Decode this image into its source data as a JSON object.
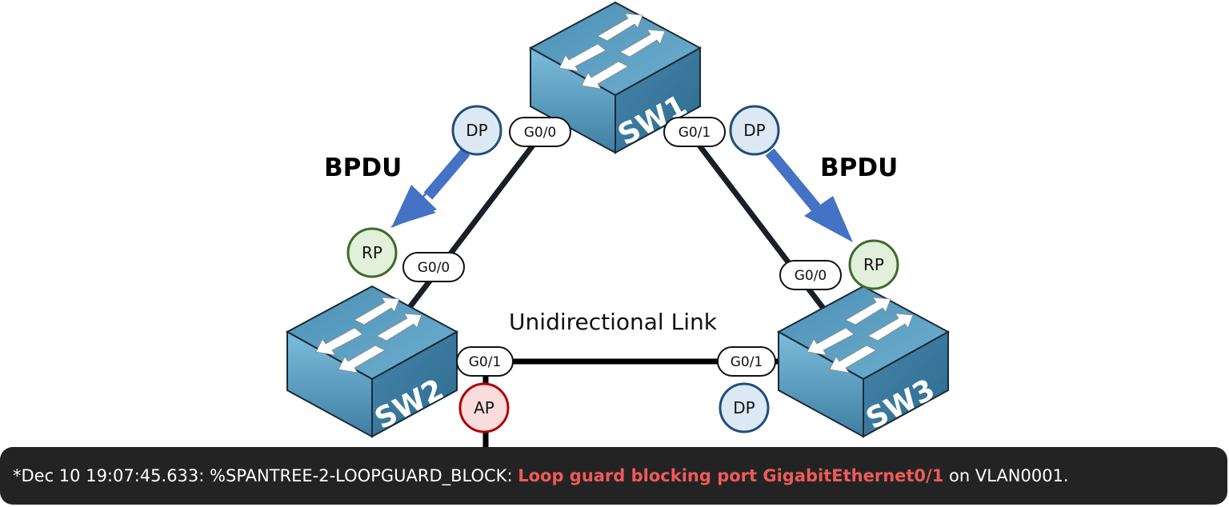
{
  "colors": {
    "link": "#1a1f26",
    "bpdu_arrow": "#4472c4",
    "dp_fill": "#dde8f5",
    "dp_stroke": "#1f4e79",
    "rp_fill": "#e2efda",
    "rp_stroke": "#3f6a2a",
    "ap_fill": "#fadcdc",
    "ap_stroke": "#b00000",
    "switch_top": "#5a9ec0",
    "switch_left": "#4f95ba",
    "switch_right": "#3f7fa3",
    "log_bg": "#232323",
    "log_highlight": "#f05a5a"
  },
  "switches": [
    {
      "id": "sw1",
      "label": "SW1"
    },
    {
      "id": "sw2",
      "label": "SW2"
    },
    {
      "id": "sw3",
      "label": "SW3"
    }
  ],
  "ports": {
    "sw1_g00": "G0/0",
    "sw1_g01": "G0/1",
    "sw2_g00": "G0/0",
    "sw2_g01": "G0/1",
    "sw3_g00": "G0/0",
    "sw3_g01": "G0/1"
  },
  "roles": {
    "sw1_left": "DP",
    "sw1_right": "DP",
    "sw2_up": "RP",
    "sw2_right": "AP",
    "sw3_up": "RP",
    "sw3_left": "DP"
  },
  "annotations": {
    "bpdu_left": "BPDU",
    "bpdu_right": "BPDU",
    "link_label": "Unidirectional Link"
  },
  "log": {
    "prefix": "*Dec 10 19:07:45.633: %SPANTREE-2-LOOPGUARD_BLOCK: ",
    "highlight": "Loop guard blocking port GigabitEthernet0/1",
    "suffix": " on VLAN0001."
  }
}
